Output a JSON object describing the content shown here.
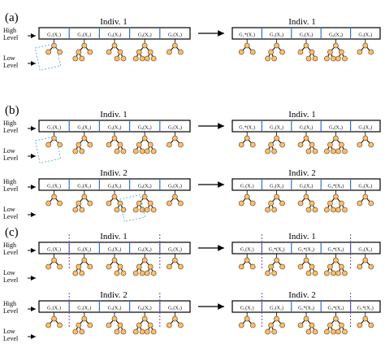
{
  "panels": [
    {
      "label": "(a)",
      "show_level_labels": true,
      "rows": [
        {
          "level_labels": [
            "High",
            "Level",
            "Low",
            "Level"
          ],
          "left_title": "Indiv. 1",
          "right_title": "Indiv. 1",
          "left_genes": [
            "G₁(X₁)",
            "G₂(X₂)",
            "G₃(X₃)",
            "G₄(X₄)",
            "G₅(X₅)"
          ],
          "right_genes": [
            "G₁*(X₁)",
            "G₂(X₂)",
            "G₃(X₃)",
            "G₄(X₄)",
            "G₅(X₅)"
          ]
        }
      ]
    },
    {
      "label": "(b)",
      "show_level_labels": true,
      "rows": [
        {
          "level_labels": [
            "High",
            "Level",
            "Low",
            "Level"
          ],
          "left_title": "Indiv. 1",
          "right_title": "Indiv. 1",
          "left_genes": [
            "G₁(X₁)",
            "G₂(X₂)",
            "G₃(X₃)",
            "G₄(X₄)",
            "G₅(X₅)"
          ],
          "right_genes": [
            "G₁*(X₁)",
            "G₂(X₂)",
            "G₃(X₃)",
            "G₄(X₄)",
            "G₅(X₅)"
          ]
        },
        {
          "level_labels": [
            "High",
            "Level",
            "Low",
            "Level"
          ],
          "left_title": "Indiv. 2",
          "right_title": "Indiv. 2",
          "left_genes": [
            "G₁(X₁)",
            "G₂(X₂)",
            "G₃(X₃)",
            "G₄(X₄)",
            "G₅(X₅)"
          ],
          "right_genes": [
            "G₁(X₁)",
            "G₂(X₂)",
            "G₃(X₃)",
            "G₄*(X₄)",
            "G₅(X₅)"
          ]
        }
      ]
    },
    {
      "label": "(c)",
      "show_level_labels": true,
      "rows": [
        {
          "level_labels": [
            "High",
            "Level",
            "Low",
            "Level"
          ],
          "left_title": "Indiv. 1",
          "right_title": "Indiv. 1",
          "left_genes": [
            "G₁(X₁)",
            "G₂(X₂)",
            "G₃(X₃)",
            "G₄(X₄)",
            "G₅(X₅)"
          ],
          "right_genes": [
            "G₁(X₁)",
            "G₂*(X₂)",
            "G₃*(X₃)",
            "G₄*(X₄)",
            "G₅(X₅)"
          ]
        },
        {
          "level_labels": [
            "High",
            "Level",
            "Low",
            "Level"
          ],
          "left_title": "Indiv. 2",
          "right_title": "Indiv. 2",
          "left_genes": [
            "G₁(X₁)",
            "G₂(X₂)",
            "G₃(X₃)",
            "G₄(X₄)",
            "G₅(X₅)"
          ],
          "right_genes": [
            "G₁(X₁)",
            "G₂(X₂)",
            "G₃*(X₃)",
            "G₄*(X₄)",
            "G₅*(X₅)"
          ]
        }
      ]
    }
  ],
  "colors": {
    "node_fill": "#f6c07a",
    "node_stroke": "#8a5a1a",
    "divider": "#3a6fc4",
    "highlight": "#66b3d9",
    "cut": "#7b3f98"
  }
}
